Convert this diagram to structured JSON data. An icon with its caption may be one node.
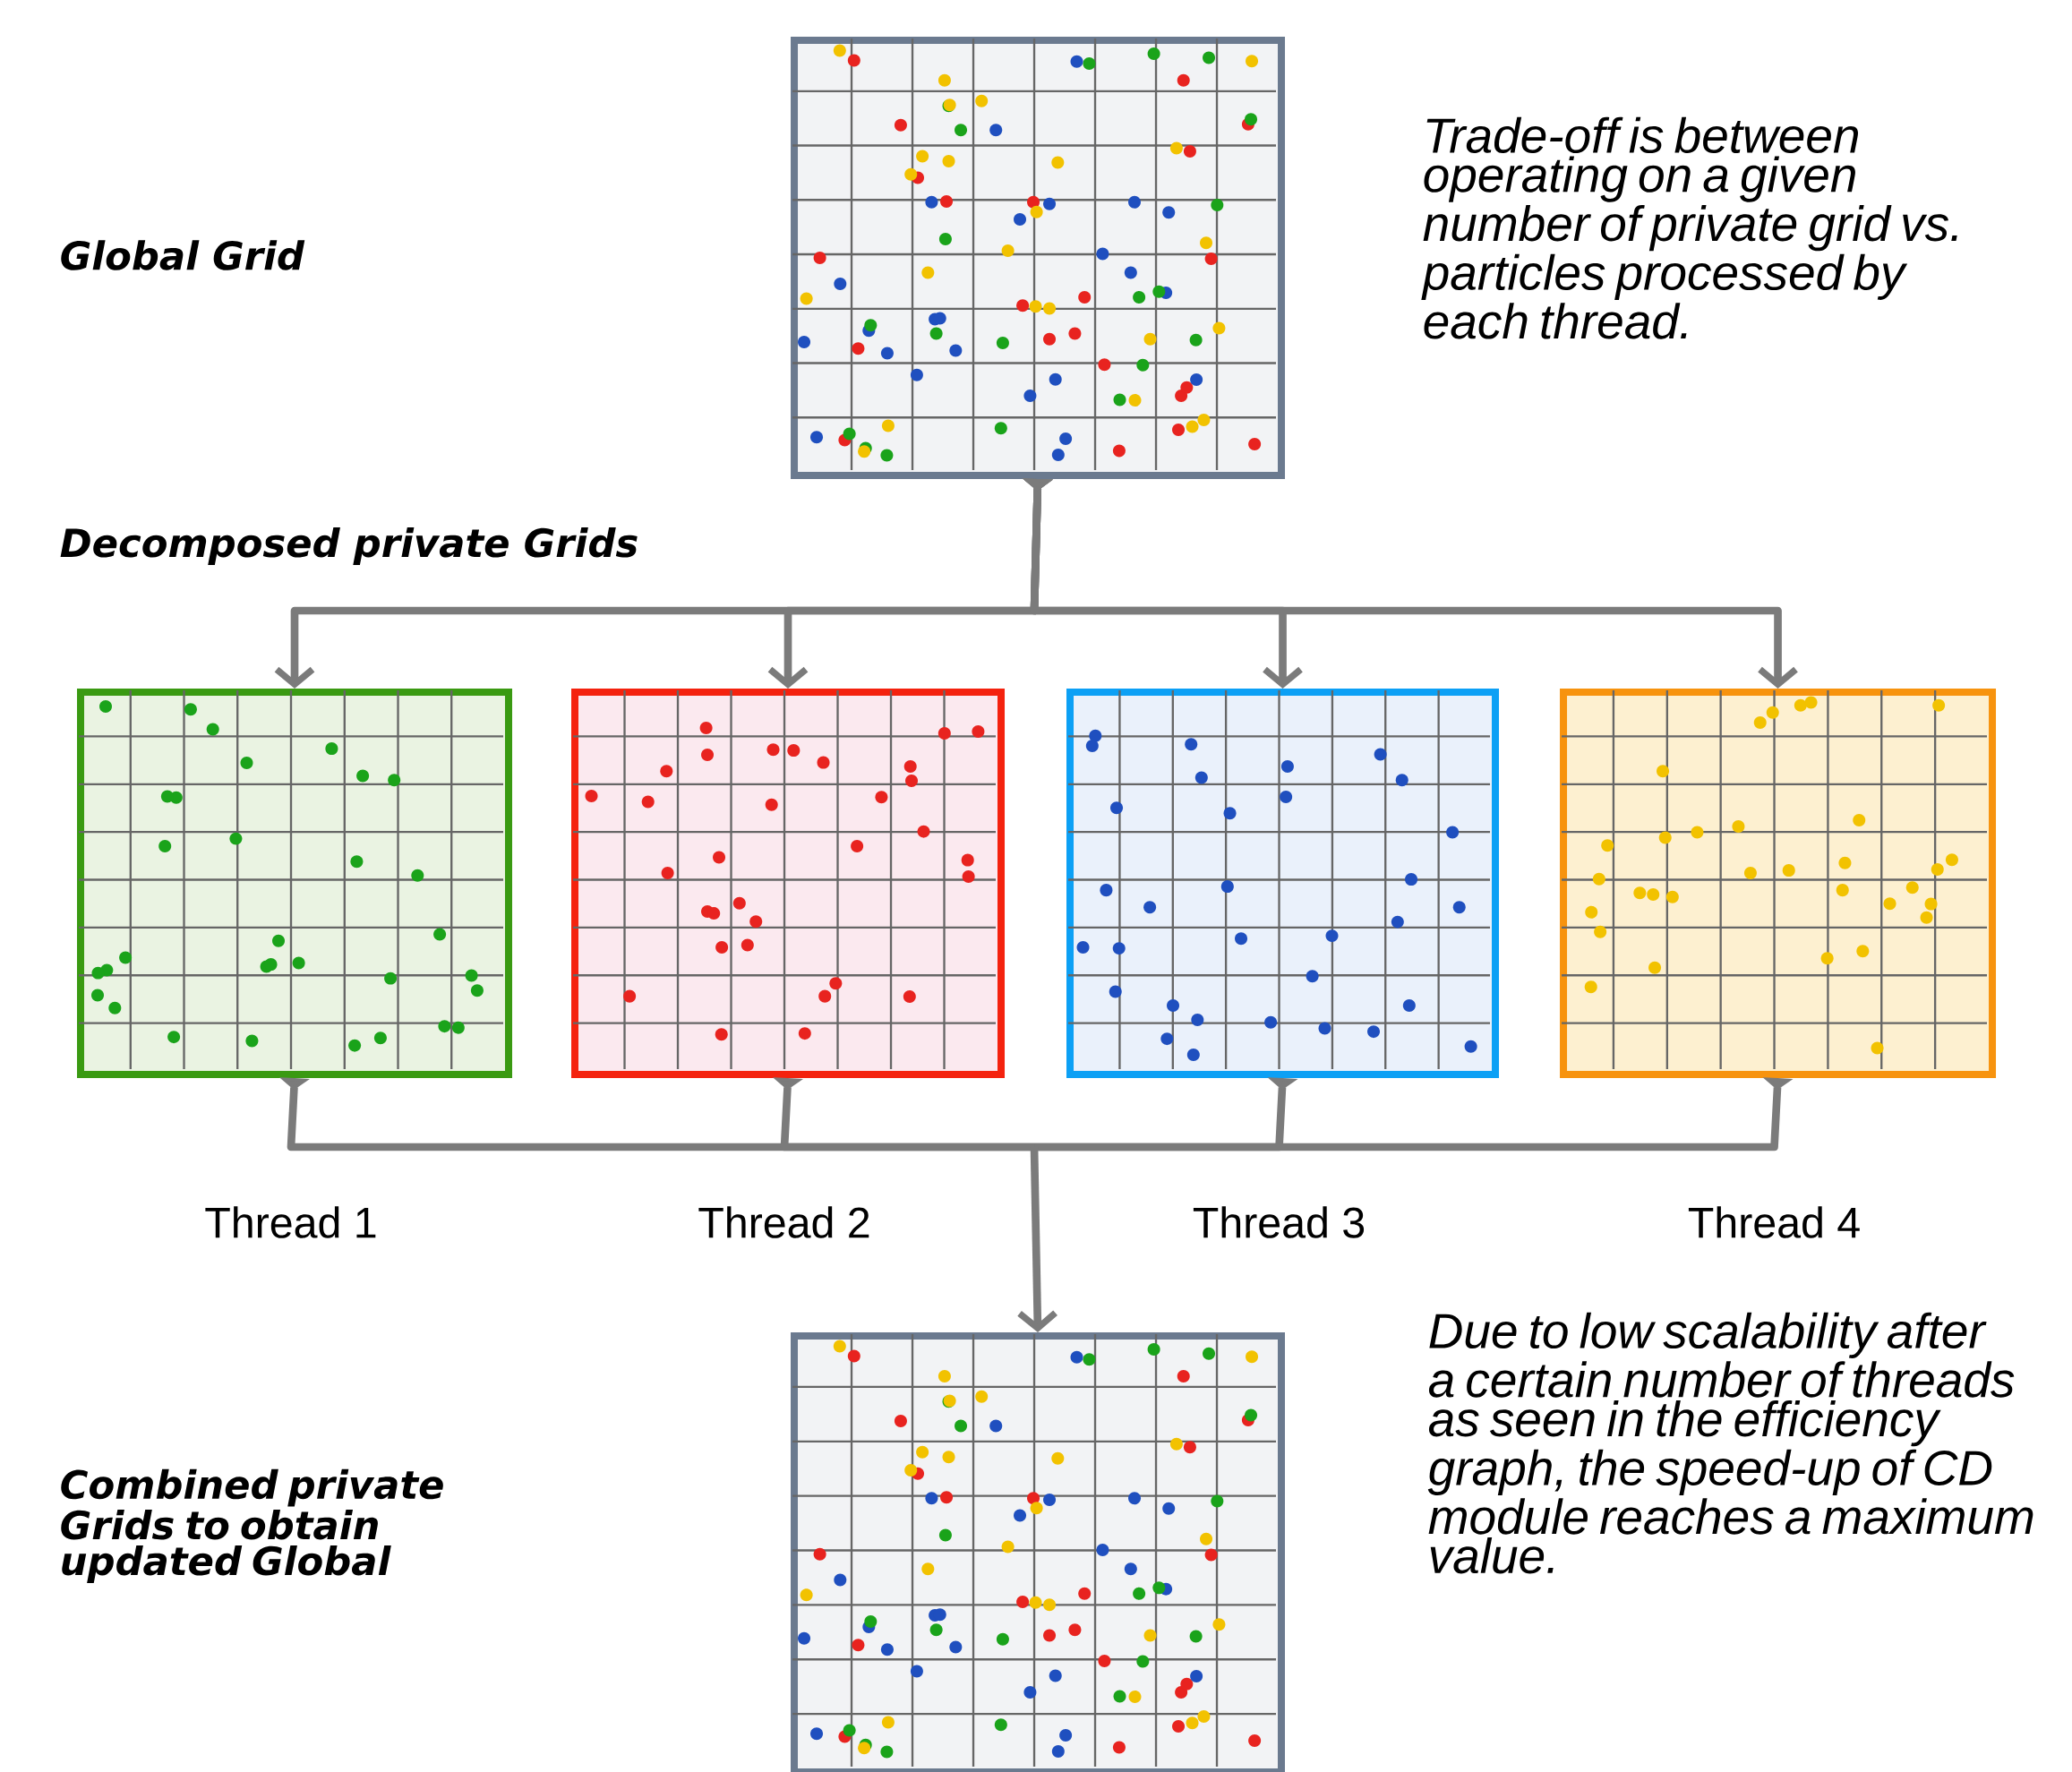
{
  "diagram": {
    "nodes": [
      {
        "text": [],
        "shape": "box"
      },
      {
        "text": [],
        "shape": "box",
        "beside": [
          "Thread 1"
        ]
      },
      {
        "text": [],
        "shape": "box",
        "beside": [
          "Thread 2"
        ]
      },
      {
        "text": [],
        "shape": "box",
        "beside": [
          "Thread 3"
        ]
      },
      {
        "text": [],
        "shape": "box",
        "beside": [
          "Thread 4"
        ]
      },
      {
        "text": [],
        "shape": "box"
      }
    ],
    "edges": [
      {
        "from": 0,
        "to": 1,
        "arrow": "to"
      },
      {
        "from": 0,
        "to": 2,
        "arrow": "to"
      },
      {
        "from": 0,
        "to": 3,
        "arrow": "to"
      },
      {
        "from": 0,
        "to": 4,
        "arrow": "to"
      },
      {
        "from": 1,
        "to": 5,
        "arrow": "to"
      },
      {
        "from": 2,
        "to": 5,
        "arrow": "to"
      },
      {
        "from": 3,
        "to": 5,
        "arrow": "to"
      },
      {
        "from": 4,
        "to": 5,
        "arrow": "to"
      }
    ],
    "labels": [
      "Global Grid",
      "Trade-off is between operating on a given number of private grid vs. particles processed by each thread.",
      "Decomposed private Grids",
      "Combined private Grids to obtain updated Global",
      "Due to low scalability after a certain number of threads as seen in the efficiency graph, the speed-up of CD module reaches a maximum value."
    ]
  }
}
